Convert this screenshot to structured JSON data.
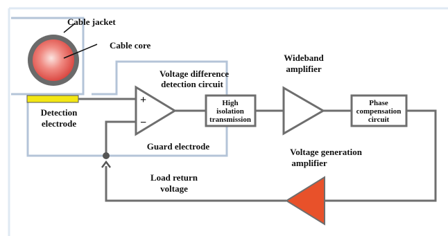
{
  "labels": {
    "cable_jacket": "Cable jacket",
    "cable_core": "Cable core",
    "detection_electrode_line1": "Detection",
    "detection_electrode_line2": "electrode",
    "vdd_circuit_line1": "Voltage difference",
    "vdd_circuit_line2": "detection circuit",
    "guard_electrode": "Guard electrode",
    "hit_line1": "High",
    "hit_line2": "isolation",
    "hit_line3": "transmission",
    "wideband_line1": "Wideband",
    "wideband_line2": "amplifier",
    "phase_line1": "Phase",
    "phase_line2": "compensation",
    "phase_line3": "circuit",
    "vga_line1": "Voltage generation",
    "vga_line2": "amplifier",
    "load_line1": "Load return",
    "load_line2": "voltage",
    "opamp_plus": "+",
    "opamp_minus": "−"
  },
  "colors": {
    "guard_outline": "#b4c4d8",
    "wire": "#6e6e6e",
    "electrode_fill": "#f3e614",
    "amplifier_fill": "#e8512a",
    "cable_jacket": "#6a6a6a",
    "cable_core": "#e24e44"
  }
}
